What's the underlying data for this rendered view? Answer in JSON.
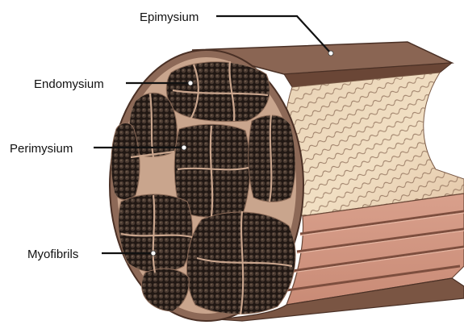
{
  "labels": {
    "epimysium": "Epimysium",
    "endomysium": "Endomysium",
    "perimysium": "Perimysium",
    "myofibrils": "Myofibrils"
  },
  "colors": {
    "epimysium_brown": "#8a6553",
    "epimysium_dark": "#6a4636",
    "inner_tan": "#c9a58d",
    "wavy_fill": "#eed8bd",
    "pink_layer": "#d99a86",
    "myofibril_dark": "#2b211c",
    "label_line": "#111111",
    "pointer_dot": "#ffffff"
  }
}
